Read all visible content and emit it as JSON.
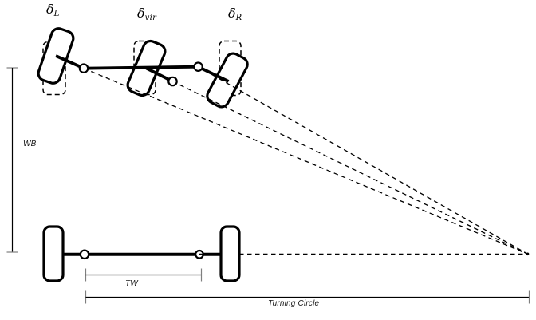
{
  "diagram": {
    "description": "Ackermann steering geometry top view with front steered wheels, rear axle, and turning center construction lines",
    "labels": {
      "delta_symbol": "δ",
      "left_subscript": "L",
      "virtual_subscript": "vir",
      "right_subscript": "R",
      "wheelbase": "WB",
      "track_width": "TW",
      "turning_circle": "Turning Circle"
    },
    "colors": {
      "line": "#000000",
      "tick": "#7f7f7f",
      "background": "#ffffff"
    }
  }
}
